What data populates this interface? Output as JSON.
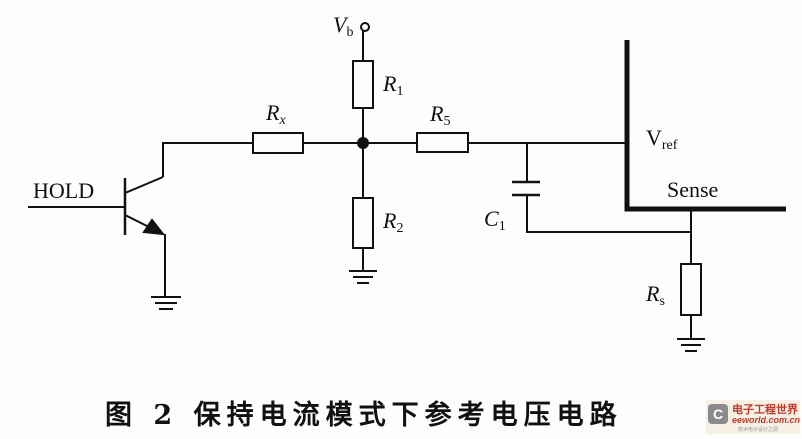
{
  "labels": {
    "vb": {
      "main": "V",
      "sub": "b"
    },
    "r1": {
      "main": "R",
      "sub": "1"
    },
    "r2": {
      "main": "R",
      "sub": "2"
    },
    "rx": {
      "main": "R",
      "sub": "x"
    },
    "r5": {
      "main": "R",
      "sub": "5"
    },
    "c1": {
      "main": "C",
      "sub": "1"
    },
    "rs": {
      "main": "R",
      "sub": "s"
    },
    "vref": {
      "main": "V",
      "sub": "ref"
    },
    "sense": "Sense",
    "hold": "HOLD"
  },
  "caption": "图 2  保持电流模式下参考电压电路",
  "watermark": {
    "cn": "电子工程世界",
    "en": "eeworld.com.cn",
    "slogan": "技术电子设计之源",
    "icon": "C"
  },
  "colors": {
    "line": "#111111",
    "watermark": "#c0392b"
  }
}
